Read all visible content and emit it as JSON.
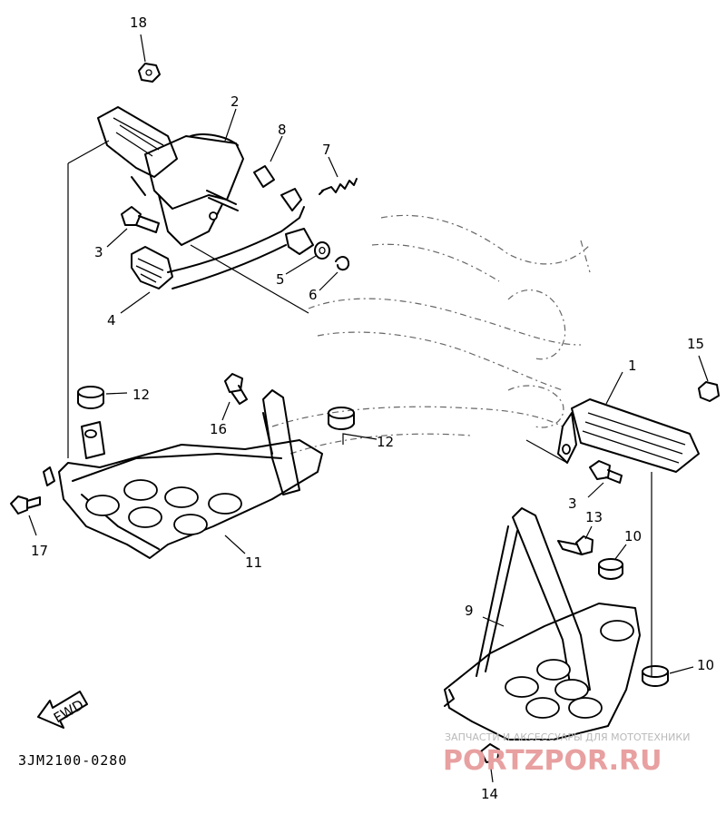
{
  "callouts": {
    "c1": "1",
    "c2": "2",
    "c3a": "3",
    "c3b": "3",
    "c4": "4",
    "c5": "5",
    "c6": "6",
    "c7": "7",
    "c8": "8",
    "c9": "9",
    "c10a": "10",
    "c10b": "10",
    "c11": "11",
    "c12a": "12",
    "c12b": "12",
    "c13": "13",
    "c14": "14",
    "c15": "15",
    "c16": "16",
    "c17": "17",
    "c18": "18"
  },
  "fwd_label": "FWD",
  "diagram_code": "3JM2100-0280",
  "watermark": {
    "tagline": "ЗАПЧАСТИ И АКСЕССУАРЫ ДЛЯ МОТОТЕХНИКИ",
    "brand": "PORTZPOR.RU"
  }
}
